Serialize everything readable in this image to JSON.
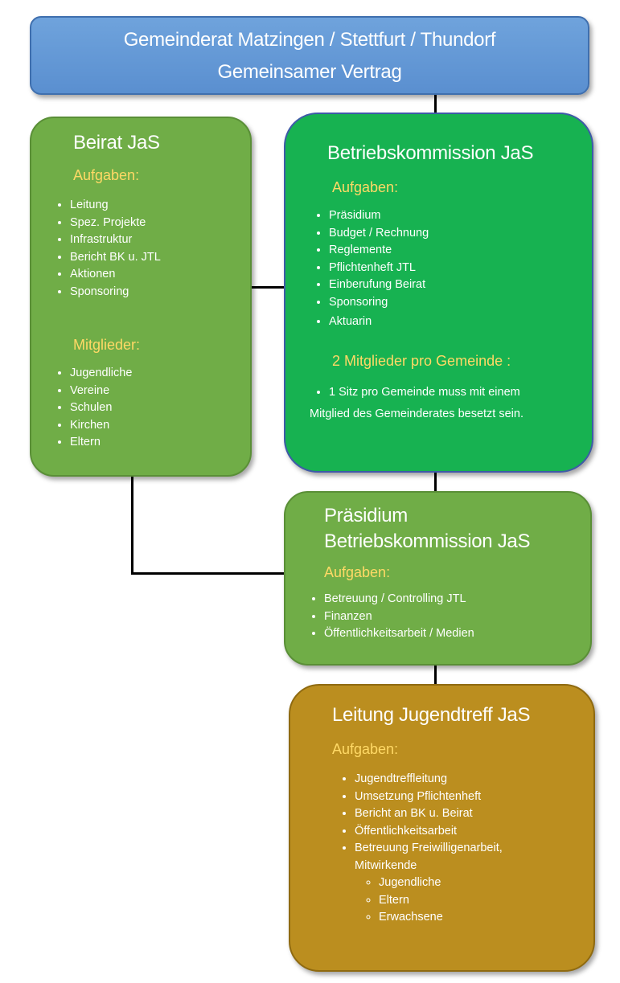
{
  "header": {
    "line1": "Gemeinderat Matzingen / Stettfurt / Thundorf",
    "line2": "Gemeinsamer Vertrag"
  },
  "beirat": {
    "title": "Beirat JaS",
    "tasks_heading": "Aufgaben:",
    "tasks": [
      "Leitung",
      "Spez. Projekte",
      "Infrastruktur",
      "Bericht BK u. JTL",
      "Aktionen",
      "Sponsoring"
    ],
    "members_heading": "Mitglieder:",
    "members": [
      "Jugendliche",
      "Vereine",
      "Schulen",
      "Kirchen",
      "Eltern"
    ]
  },
  "betriebskommission": {
    "title": "Betriebskommission JaS",
    "tasks_heading": "Aufgaben:",
    "tasks": [
      "Präsidium",
      "Budget / Rechnung",
      "Reglemente",
      "Pflichtenheft JTL",
      "Einberufung Beirat",
      "Sponsoring",
      "Aktuarin"
    ],
    "members_heading": "2 Mitglieder pro Gemeinde :",
    "note_bullet": "1 Sitz pro Gemeinde muss mit einem",
    "note_cont": "Mitglied des Gemeinderates besetzt sein."
  },
  "praesidium": {
    "title_line1": "Präsidium",
    "title_line2": "Betriebskommission JaS",
    "tasks_heading": "Aufgaben:",
    "tasks": [
      "Betreuung / Controlling JTL",
      "Finanzen",
      "Öffentlichkeitsarbeit / Medien"
    ]
  },
  "leitung": {
    "title": "Leitung Jugendtreff JaS",
    "tasks_heading": "Aufgaben:",
    "tasks": [
      "Jugendtreffleitung",
      "Umsetzung Pflichtenheft",
      "Bericht an BK u. Beirat",
      "Öffentlichkeitsarbeit"
    ],
    "task_multi_line1": "Betreuung Freiwilligenarbeit,",
    "task_multi_line2": "Mitwirkende",
    "sub_items": [
      "Jugendliche",
      "Eltern",
      "Erwachsene"
    ]
  }
}
